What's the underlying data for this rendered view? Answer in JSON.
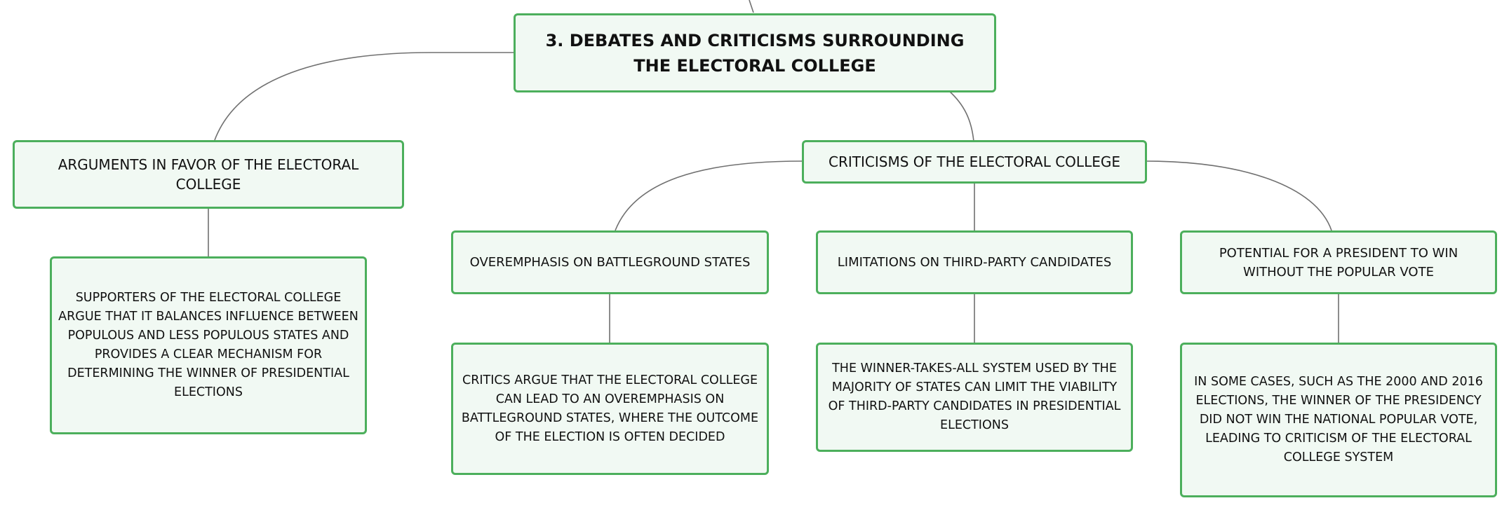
{
  "root": {
    "title": "3. DEBATES AND CRITICISMS SURROUNDING THE ELECTORAL COLLEGE"
  },
  "favor": {
    "title": "ARGUMENTS IN FAVOR OF THE ELECTORAL COLLEGE",
    "detail": "SUPPORTERS OF THE ELECTORAL COLLEGE ARGUE THAT IT BALANCES INFLUENCE BETWEEN POPULOUS AND LESS POPULOUS STATES AND PROVIDES A CLEAR MECHANISM FOR DETERMINING THE WINNER OF PRESIDENTIAL ELECTIONS"
  },
  "criticisms": {
    "title": "CRITICISMS OF THE ELECTORAL COLLEGE",
    "items": [
      {
        "title": "OVEREMPHASIS ON BATTLEGROUND STATES",
        "detail": "CRITICS ARGUE THAT THE ELECTORAL COLLEGE CAN LEAD TO AN OVEREMPHASIS ON BATTLEGROUND STATES, WHERE THE OUTCOME OF THE ELECTION IS OFTEN DECIDED"
      },
      {
        "title": "LIMITATIONS ON THIRD-PARTY CANDIDATES",
        "detail": "THE WINNER-TAKES-ALL SYSTEM USED BY THE MAJORITY OF STATES CAN LIMIT THE VIABILITY OF THIRD-PARTY CANDIDATES IN PRESIDENTIAL ELECTIONS"
      },
      {
        "title": "POTENTIAL FOR A PRESIDENT TO WIN WITHOUT THE POPULAR VOTE",
        "detail": "IN SOME CASES, SUCH AS THE 2000 AND 2016 ELECTIONS, THE WINNER OF THE PRESIDENCY DID NOT WIN THE NATIONAL POPULAR VOTE, LEADING TO CRITICISM OF THE ELECTORAL COLLEGE SYSTEM"
      }
    ]
  },
  "colors": {
    "node_fill": "#f1f9f3",
    "node_border": "#4caf5c",
    "connector": "#707070",
    "text": "#111111"
  }
}
